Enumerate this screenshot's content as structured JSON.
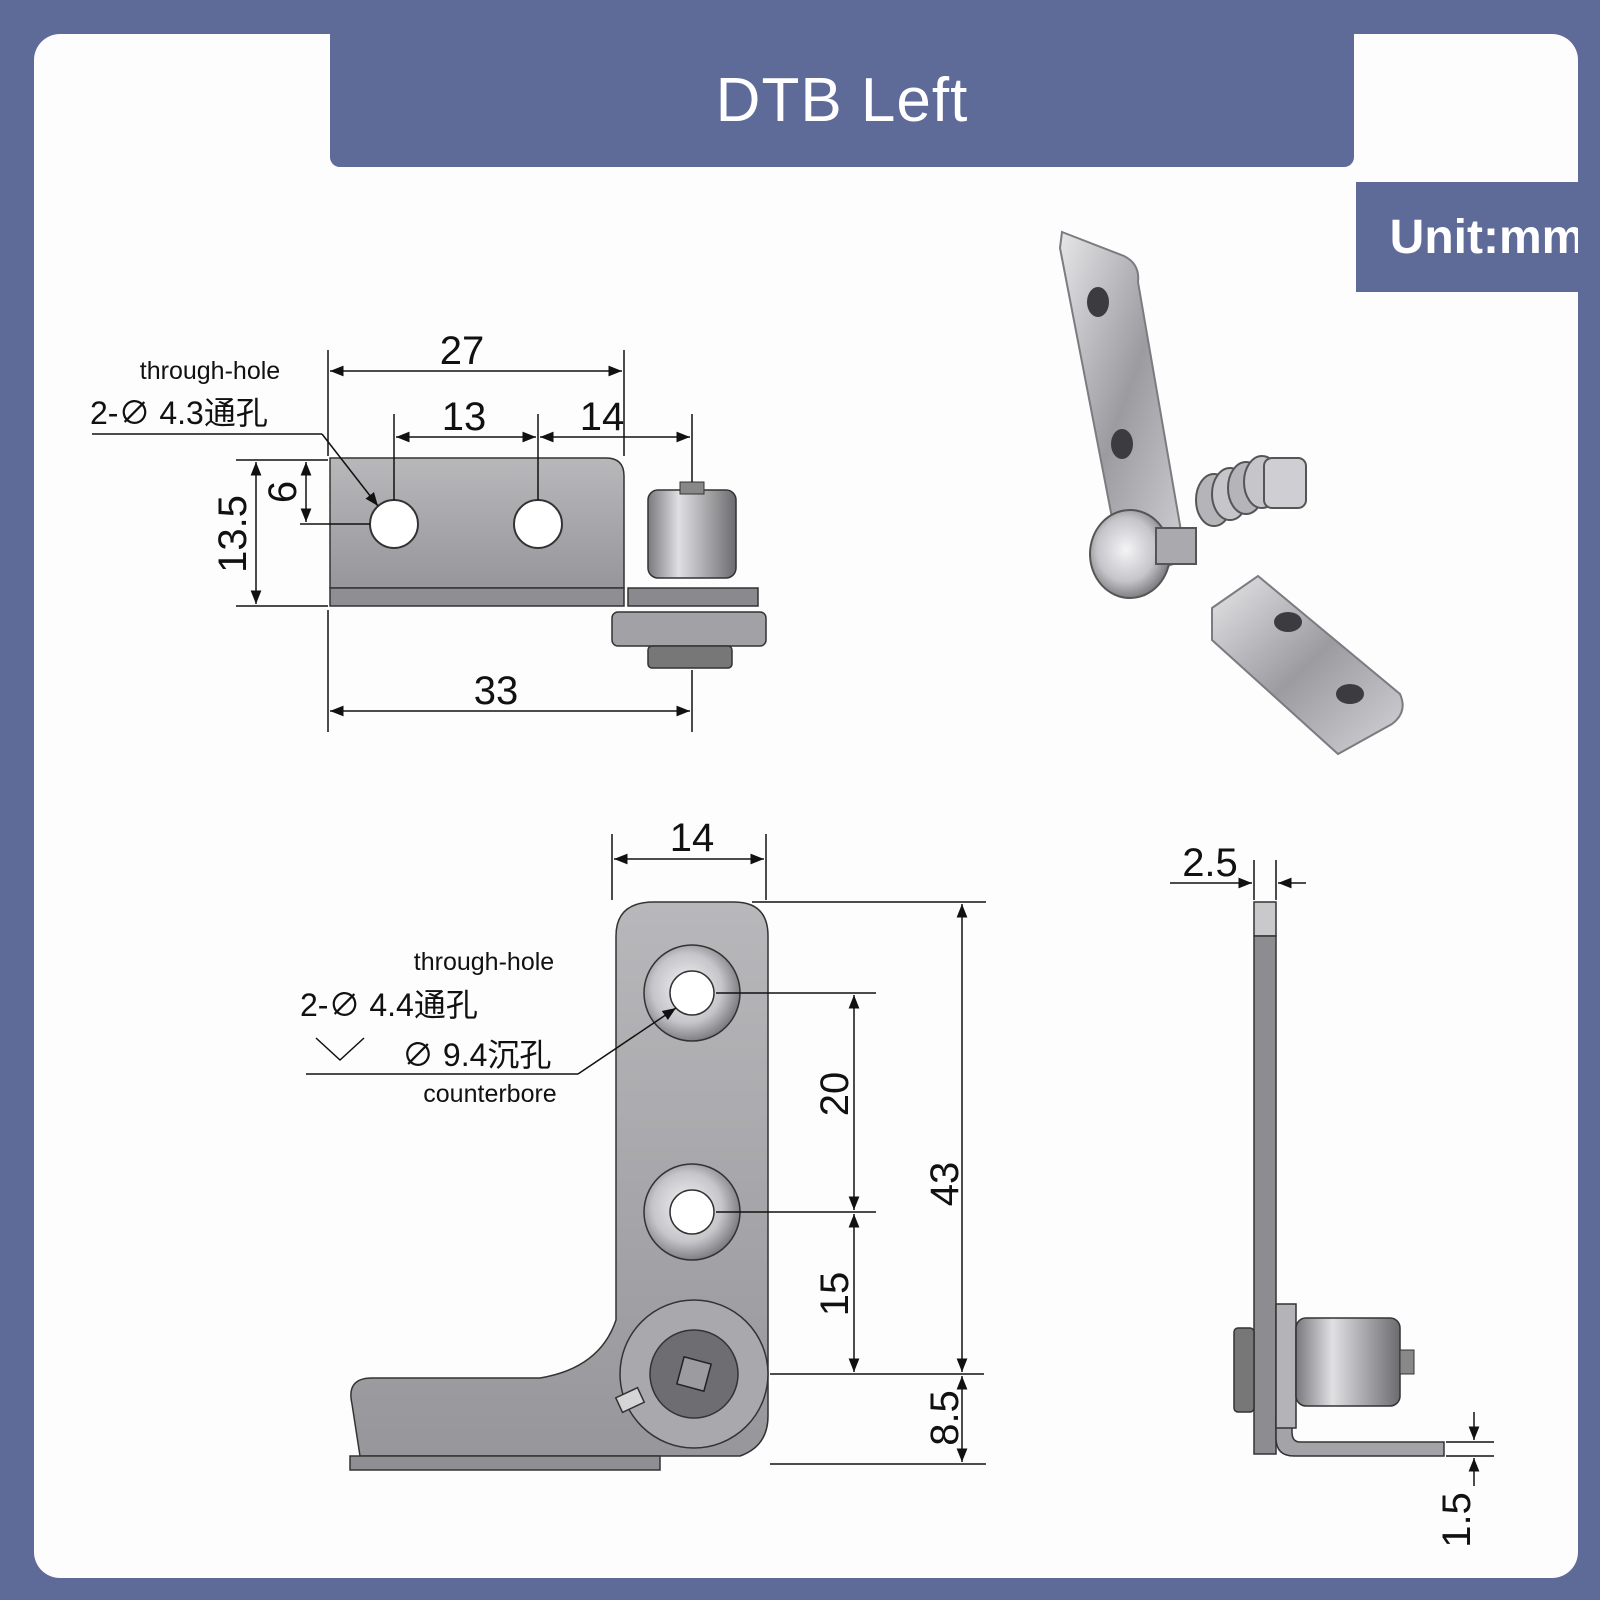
{
  "title": "DTB Left",
  "unit": "Unit:mm",
  "front_view": {
    "dims": {
      "overall_width": "27",
      "hole_pitch": "13",
      "edge_to_pivot": "14",
      "height": "13.5",
      "hole_height": "6",
      "total_width": "33"
    },
    "hole_label_en": "through-hole",
    "hole_label_cn": "2-∅ 4.3通孔"
  },
  "plan_view": {
    "dims": {
      "leaf_width": "14",
      "hole_pitch": "20",
      "lower_pitch": "15",
      "total_length": "43",
      "pivot_offset": "8.5"
    },
    "hole_label_en": "through-hole",
    "hole_label_cn": "2-∅ 4.4通孔",
    "counterbore_cn": "∅ 9.4沉孔",
    "counterbore_en": "counterbore"
  },
  "side_view": {
    "dims": {
      "thickness": "2.5",
      "lower_thickness": "1.5"
    }
  },
  "colors": {
    "banner": "#5e6a98",
    "card": "#fdfdfe",
    "line": "#111111",
    "metal": "#a4a4a8"
  }
}
